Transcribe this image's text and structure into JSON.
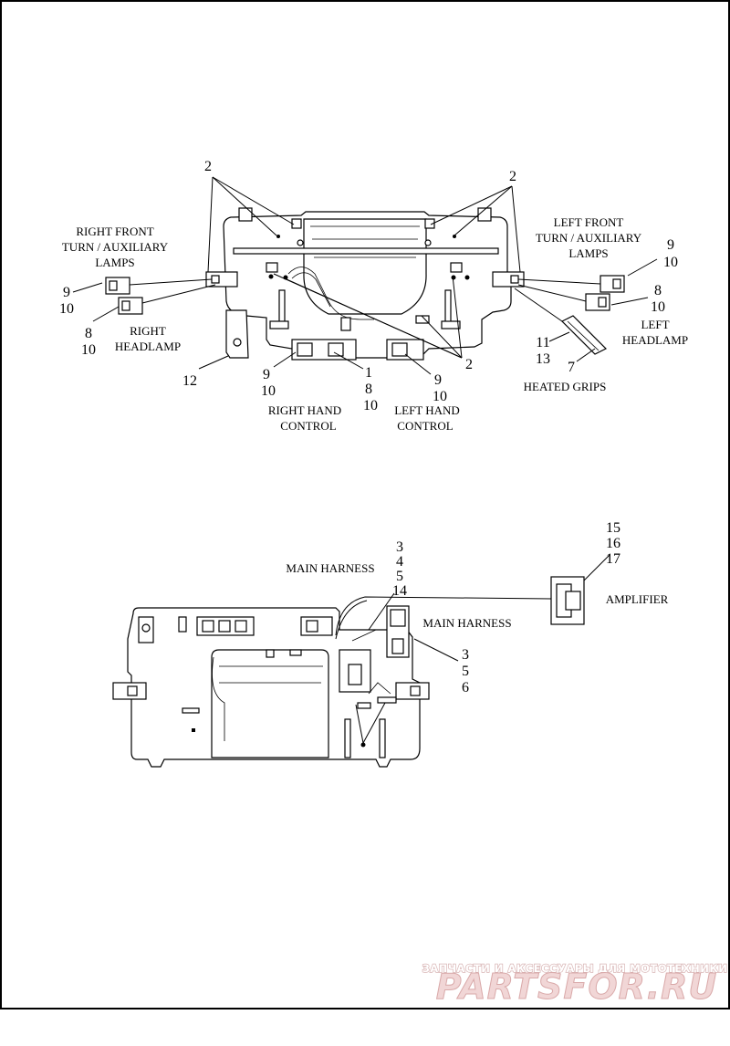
{
  "labels": {
    "right_front_turn": [
      "RIGHT FRONT",
      "TURN / AUXILIARY",
      "LAMPS"
    ],
    "left_front_turn": [
      "LEFT FRONT",
      "TURN / AUXILIARY",
      "LAMPS"
    ],
    "right_headlamp": [
      "RIGHT",
      "HEADLAMP"
    ],
    "left_headlamp": [
      "LEFT",
      "HEADLAMP"
    ],
    "right_hand_control": [
      "RIGHT HAND",
      "CONTROL"
    ],
    "left_hand_control": [
      "LEFT HAND",
      "CONTROL"
    ],
    "heated_grips": "HEATED GRIPS",
    "main_harness_1": "MAIN HARNESS",
    "main_harness_2": "MAIN HARNESS",
    "amplifier": "AMPLIFIER"
  },
  "callouts": {
    "c2_left": "2",
    "c2_right": "2",
    "c2_bottom": "2",
    "c9_rl": "9",
    "c10_rl": "10",
    "c8_rh": "8",
    "c10_rh": "10",
    "c12": "12",
    "c9_rhc": "9",
    "c10_rhc": "10",
    "c1": "1",
    "c8_mid": "8",
    "c10_mid": "10",
    "c9_lhc": "9",
    "c10_lhc": "10",
    "c9_ll": "9",
    "c10_ll": "10",
    "c8_lh": "8",
    "c10_lh": "10",
    "c11": "11",
    "c13": "13",
    "c7": "7",
    "c3_a": "3",
    "c4_a": "4",
    "c5_a": "5",
    "c14": "14",
    "c3_b": "3",
    "c5_b": "5",
    "c6_b": "6",
    "c15": "15",
    "c16": "16",
    "c17": "17"
  },
  "watermark": {
    "top_text": "ЗАПЧАСТИ И АКСЕССУАРЫ ДЛЯ МОТОТЕХНИКИ",
    "brand": "PARTSFOR.RU"
  }
}
